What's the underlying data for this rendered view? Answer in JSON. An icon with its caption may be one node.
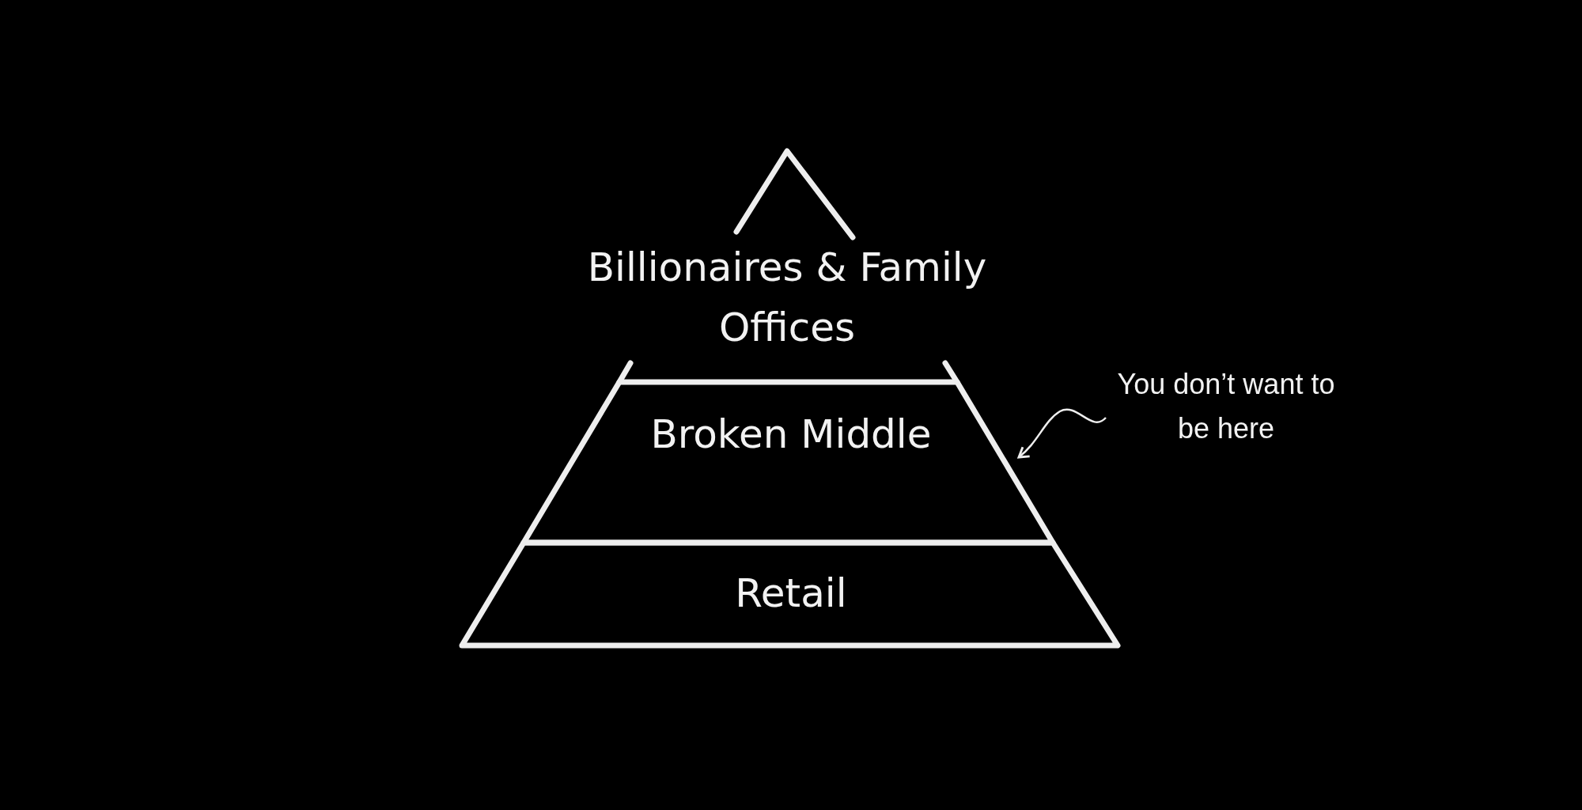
{
  "diagram": {
    "nodes": [
      {
        "text": [
          "Billionaires & Family Offices"
        ]
      },
      {
        "text": [
          "Broken Middle"
        ]
      },
      {
        "text": [
          "Retail"
        ]
      },
      {
        "text": [
          "You don’t want to be here"
        ]
      }
    ],
    "edges": [
      {
        "from": 3,
        "to": 1,
        "arrow": "to"
      }
    ]
  }
}
